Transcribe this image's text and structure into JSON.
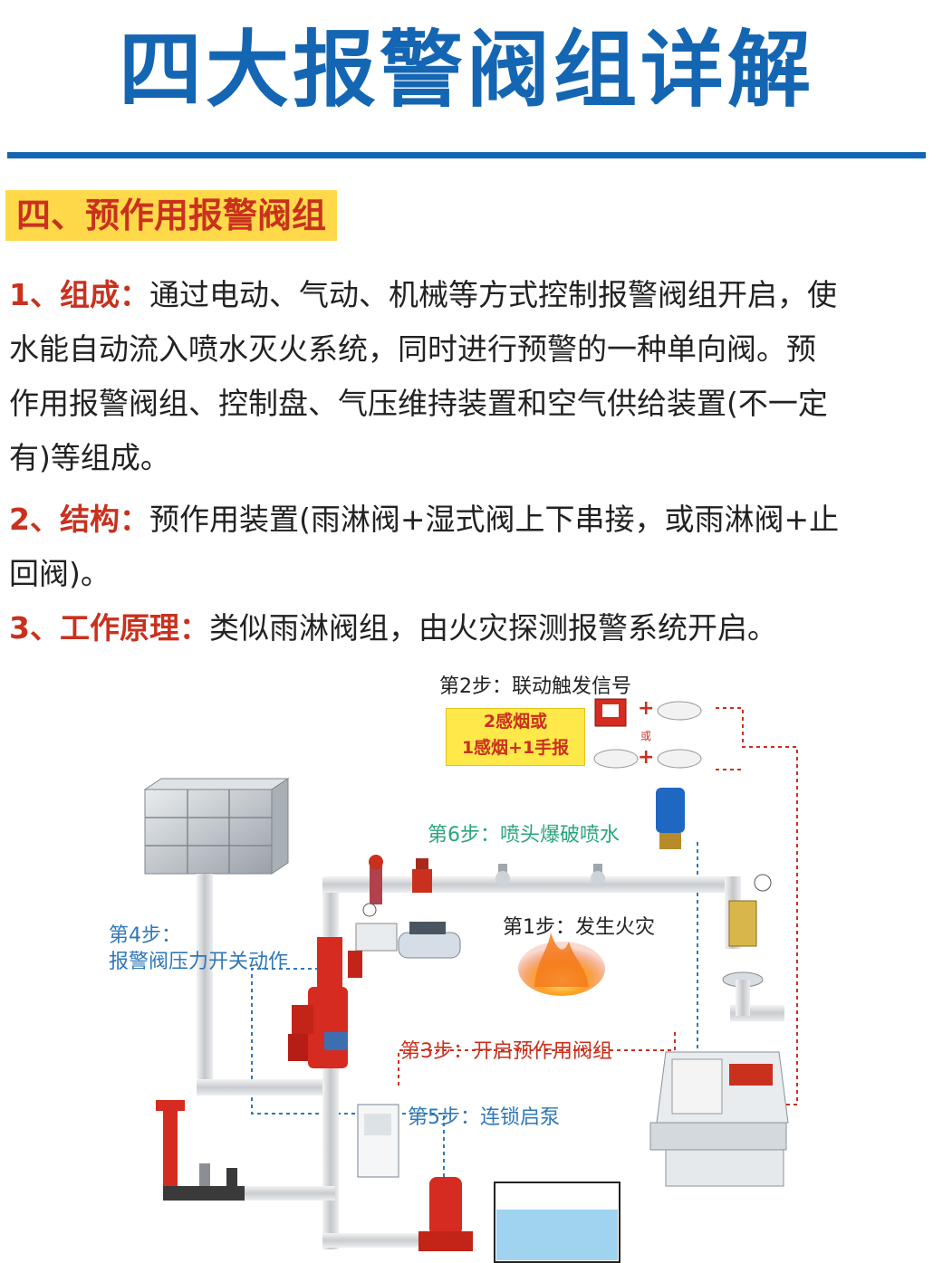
{
  "header": {
    "title": "四大报警阀组详解"
  },
  "section": {
    "heading": "四、预作用报警阀组"
  },
  "paragraphs": [
    {
      "lead": "1、组成：",
      "lines": [
        "通过电动、气动、机械等方式控制报警阀组开启，使",
        "水能自动流入喷水灭火系统，同时进行预警的一种单向阀。预",
        "作用报警阀组、控制盘、气压维持装置和空气供给装置(不一定",
        "有)等组成。"
      ]
    },
    {
      "lead": "2、结构：",
      "lines": [
        "预作用装置(雨淋阀+湿式阀上下串接，或雨淋阀+止",
        "回阀)。"
      ]
    },
    {
      "lead": "3、工作原理：",
      "lines": [
        "类似雨淋阀组，由火灾探测报警系统开启。"
      ]
    }
  ],
  "diagram": {
    "step1": "第1步：发生火灾",
    "step2": "第2步：联动触发信号",
    "step3": "第3步：开启预作用阀组",
    "step4_line1": "第4步：",
    "step4_line2": "报警阀压力开关动作",
    "step5": "第5步：连锁启泵",
    "step6": "第6步：喷头爆破喷水",
    "detector_note_line1": "2感烟或",
    "detector_note_line2": "1感烟+1手报",
    "plus": "+",
    "or": "或"
  },
  "colors": {
    "title_blue": "#1466b3",
    "accent_red": "#c9311e",
    "highlight_yellow": "#ffd94a",
    "step_green": "#2aa57a",
    "step_blue": "#2f78b7"
  }
}
